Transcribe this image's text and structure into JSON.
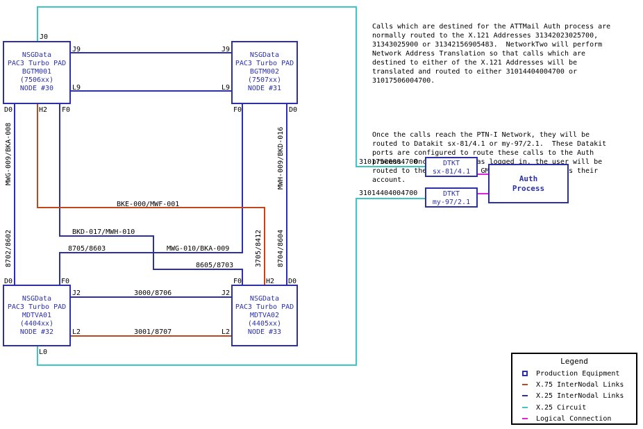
{
  "colors": {
    "x25_link": "#2b2fa8",
    "x75_link": "#c0461b",
    "x25_circuit": "#3cc6c6",
    "logical": "#e020e0",
    "equipment": "#2b2fa8"
  },
  "nodes": {
    "bgtm001": {
      "lines": [
        "NSGData",
        "PAC3 Turbo PAD",
        "BGTM001",
        "(7506xx)",
        "NODE #30"
      ]
    },
    "bgtm002": {
      "lines": [
        "NSGData",
        "PAC3 Turbo PAD",
        "BGTM002",
        "(7507xx)",
        "NODE #31"
      ]
    },
    "mdtva01": {
      "lines": [
        "NSGData",
        "PAC3 Turbo PAD",
        "MDTVA01",
        "(4404xx)",
        "NODE #32"
      ]
    },
    "mdtva02": {
      "lines": [
        "NSGData",
        "PAC3 Turbo PAD",
        "MDTVA02",
        "(4405xx)",
        "NODE #33"
      ]
    }
  },
  "ports": {
    "n30_j0": "J0",
    "n30_j9": "J9",
    "n30_l9": "L9",
    "n30_d0": "D0",
    "n30_h2": "H2",
    "n30_f0": "F0",
    "n31_j9": "J9",
    "n31_l9": "L9",
    "n31_f0": "F0",
    "n31_d0": "D0",
    "n32_d0": "D0",
    "n32_f0": "F0",
    "n32_j2": "J2",
    "n32_l2": "L2",
    "n32_l0": "L0",
    "n33_f0": "F0",
    "n33_h2": "H2",
    "n33_d0": "D0",
    "n33_j2": "J2",
    "n33_l2": "L2"
  },
  "links": {
    "bke_mwf": "BKE-000/MWF-001",
    "bkd_mwh": "BKD-017/MWH-010",
    "p8705": "8705/8603",
    "mwg_bka": "MWG-010/BKA-009",
    "p8605": "8605/8703",
    "p3000": "3000/8706",
    "p3001": "3001/8707",
    "v_mwg009": "MWG-009/BKA-008",
    "v_8702": "8702/8602",
    "v_mwh009": "MWH-009/BKD-016",
    "v_8704": "8704/8604",
    "v_3705": "3705/8412"
  },
  "addresses": {
    "top": "31017506004700",
    "bottom": "31014404004700"
  },
  "dtkt": {
    "top": {
      "line1": "DTKT",
      "line2": "sx-81/4.1"
    },
    "bottom": {
      "line1": "DTKT",
      "line2": "my-97/2.1"
    }
  },
  "auth": {
    "line1": "Auth",
    "line2": "Process"
  },
  "note": {
    "para1": "Calls which are destined for the ATTMail Auth process are\nnormally routed to the X.121 Addresses 31342023025700,\n31343025900 or 31342156905483.  NetworkTwo will perform\nNetwork Address Translation so that calls which are\ndestined to either of the X.121 Addresses will be\ntranslated and routed to either 31014404004700 or\n31017506004700.",
    "para2": "Once the calls reach the PTN-I Network, they will be\nrouted to Datakit sx-81/4.1 or my-97/2.1.  These Datakit\nports are configured to route these calls to the Auth\nprocess.  Once the user has logged in, the user will be\nrouted to the appropriate GMS Node which handles their\naccount."
  },
  "legend": {
    "title": "Legend",
    "items": [
      {
        "label": "Production Equipment",
        "symbol": "square-icon",
        "color": "#2b2fa8"
      },
      {
        "label": "X.75 InterNodal Links",
        "symbol": "line-icon",
        "color": "#c0461b"
      },
      {
        "label": "X.25 InterNodal Links",
        "symbol": "line-icon",
        "color": "#2b2fa8"
      },
      {
        "label": "X.25 Circuit",
        "symbol": "line-icon",
        "color": "#3cc6c6"
      },
      {
        "label": "Logical Connection",
        "symbol": "line-icon",
        "color": "#e020e0"
      }
    ]
  }
}
